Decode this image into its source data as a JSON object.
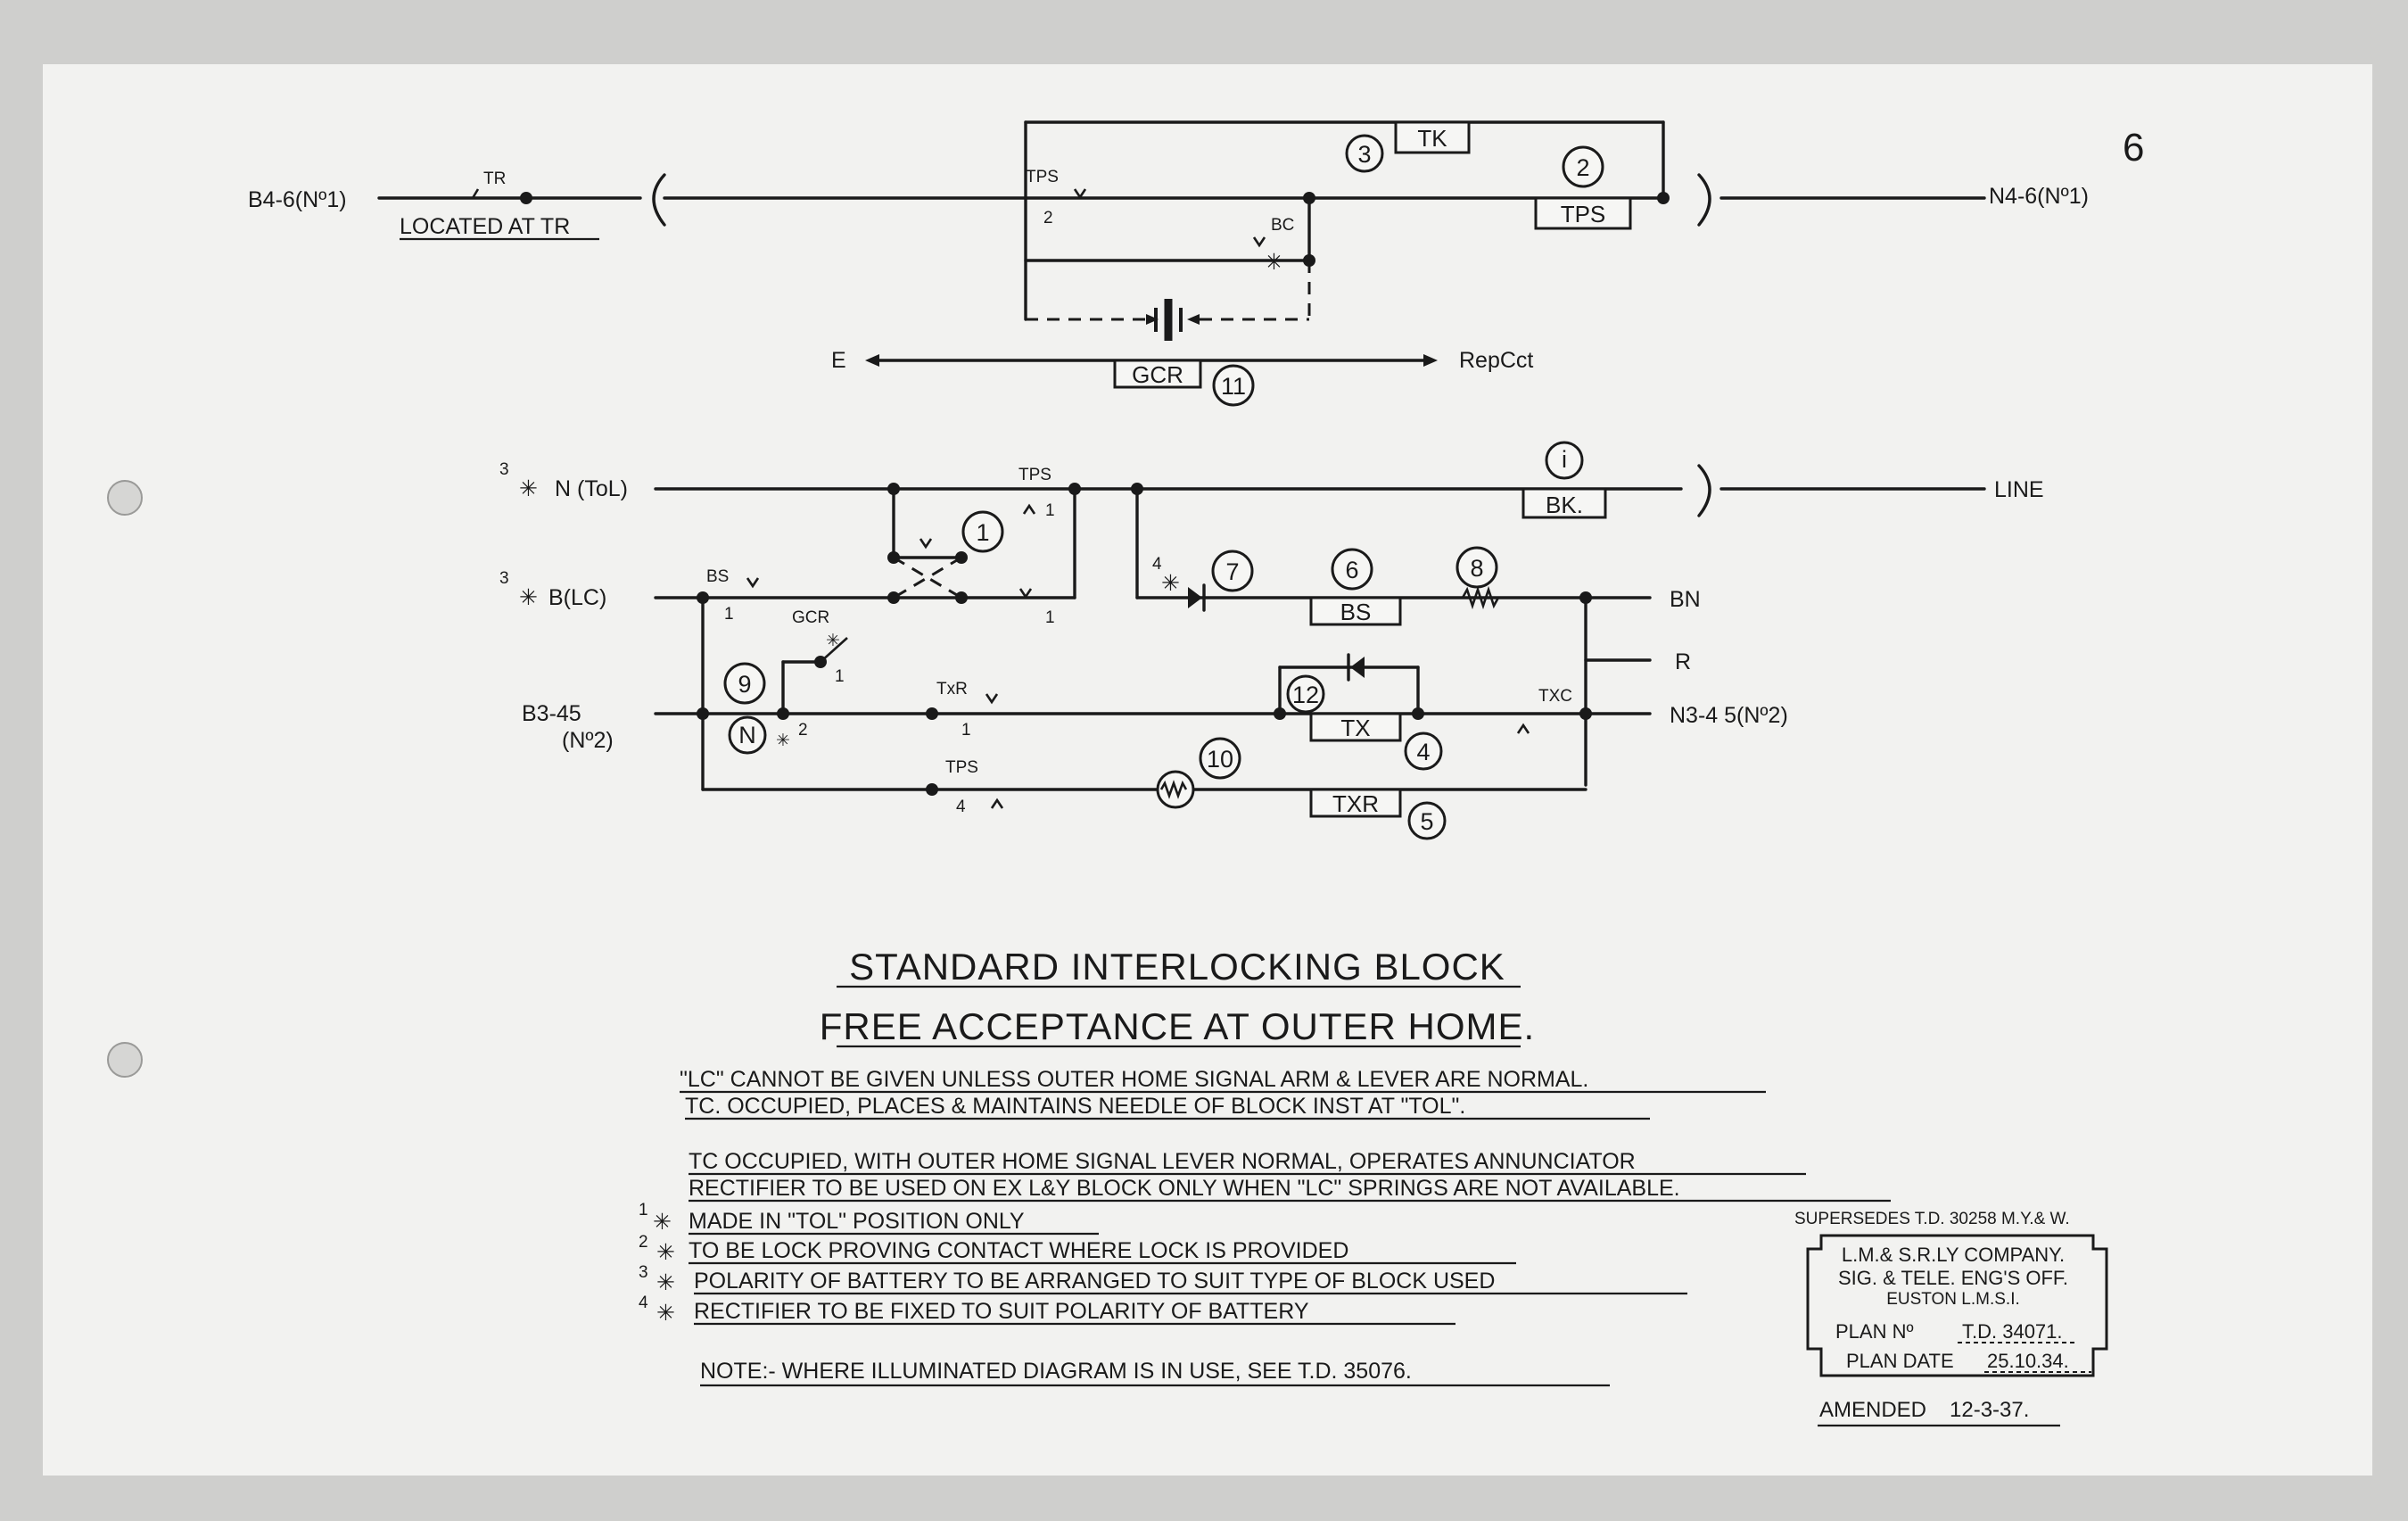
{
  "page_number": "6",
  "circuit": {
    "top_left_terminal": "B4-6(Nº1)",
    "top_right_terminal": "N4-6(Nº1)",
    "tr_contact": "TR",
    "located_at": "LOCATED AT TR",
    "tps_upper": "TPS",
    "tps_upper_num": "2",
    "bc_label": "BC",
    "tk_box": "TK",
    "tps_box": "TPS",
    "gcr_box": "GCR",
    "e_label": "E",
    "repcct_label": "RepCct",
    "n_tol": "N (ToL)",
    "b_lc": "B(LC)",
    "superscript_3": "3",
    "line_label": "LINE",
    "tps_mid": "TPS",
    "tps_mid_num": "1",
    "bk_box": "BK.",
    "bs_contact": "BS",
    "bs_num": "1",
    "v_mark": "V",
    "v_num": "1",
    "sup_4": "4",
    "bs_box": "BS",
    "bn_label": "BN",
    "r_label": "R",
    "gcr_contact": "GCR",
    "gcr_num": "1",
    "b345": "B3-45",
    "b345_sub": "(Nº2)",
    "txr_contact": "TxR",
    "txr_num": "1",
    "tx_box": "TX",
    "txc_contact": "TXC",
    "n345": "N3-4 5(Nº2)",
    "tps_bot": "TPS",
    "tps_bot_num": "4",
    "txr_box": "TXR",
    "n_circle": "N",
    "sup_2": "2",
    "circle_numbers": [
      "1",
      "2",
      "3",
      "4",
      "5",
      "6",
      "7",
      "8",
      "9",
      "10",
      "11",
      "12"
    ],
    "circle_i": "i"
  },
  "title_line1": "STANDARD INTERLOCKING BLOCK",
  "title_line2": "FREE ACCEPTANCE AT OUTER HOME.",
  "notes": [
    "\"LC\" CANNOT BE GIVEN UNLESS OUTER HOME SIGNAL ARM & LEVER ARE NORMAL.",
    "TC. OCCUPIED, PLACES & MAINTAINS NEEDLE OF BLOCK INST AT \"TOL\".",
    "TC OCCUPIED, WITH OUTER HOME SIGNAL LEVER NORMAL, OPERATES ANNUNCIATOR",
    "RECTIFIER TO BE USED ON EX L&Y BLOCK ONLY WHEN \"LC\" SPRINGS ARE NOT AVAILABLE."
  ],
  "footnotes": [
    {
      "mark": "1",
      "text": "MADE IN \"TOL\" POSITION ONLY"
    },
    {
      "mark": "2",
      "text": "TO BE LOCK PROVING CONTACT WHERE LOCK IS PROVIDED"
    },
    {
      "mark": "3",
      "text": "POLARITY OF BATTERY TO BE ARRANGED TO SUIT TYPE OF BLOCK USED"
    },
    {
      "mark": "4",
      "text": "RECTIFIER TO BE FIXED TO SUIT POLARITY OF BATTERY"
    }
  ],
  "note_illuminated": "NOTE:- WHERE ILLUMINATED DIAGRAM IS IN USE, SEE T.D. 35076.",
  "supersedes": "SUPERSEDES T.D. 30258 M.Y.& W.",
  "stamp": {
    "company": "L.M.& S.R.LY COMPANY.",
    "office": "SIG. & TELE. ENG'S OFF.",
    "location": "EUSTON L.M.S.I.",
    "plan_no_label": "PLAN Nº",
    "plan_no": "T.D. 34071.",
    "plan_date_label": "PLAN DATE",
    "plan_date": "25.10.34."
  },
  "amended_label": "AMENDED",
  "amended_date": "12-3-37."
}
